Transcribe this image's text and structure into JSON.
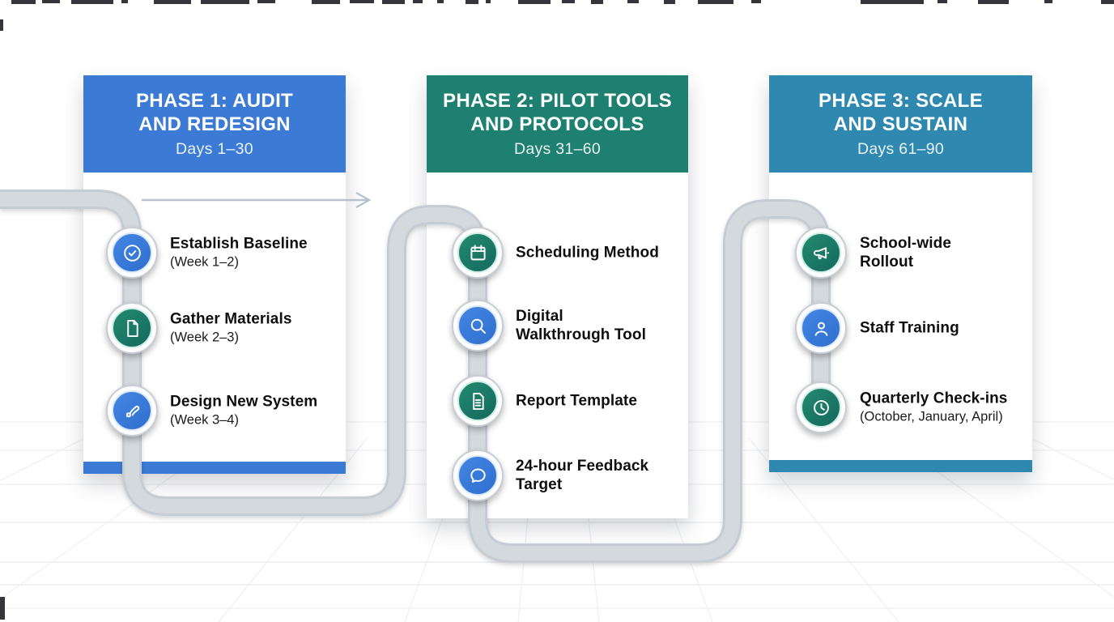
{
  "colors": {
    "phase1_header": "#3b7bd5",
    "phase2_header": "#1e8070",
    "phase3_header": "#2f88b0",
    "phase1_footer_stripe": "#3b7bd5",
    "phase3_footer_stripe": "#2f88b0",
    "road_outer": "#c6ccd3",
    "road_inner": "#d4d9de",
    "arrow": "#b6c2cd",
    "icon_circle_blue": "#3a79d9",
    "icon_circle_green": "#1e7d6b",
    "node_ring": "#ffffff",
    "header_text": "#ffffff",
    "item_text": "#0f0f10"
  },
  "phases": [
    {
      "header": {
        "title": "PHASE 1: AUDIT\nAND REDESIGN",
        "days": "Days 1–30"
      },
      "items": [
        {
          "title": "Establish Baseline",
          "subtitle": "(Week 1–2)",
          "icon": "check-circle",
          "circle_color": "blue"
        },
        {
          "title": "Gather Materials",
          "subtitle": "(Week 2–3)",
          "icon": "document",
          "circle_color": "green"
        },
        {
          "title": "Design New System",
          "subtitle": "(Week 3–4)",
          "icon": "pen",
          "circle_color": "blue"
        }
      ]
    },
    {
      "header": {
        "title": "PHASE 2: PILOT TOOLS\nAND PROTOCOLS",
        "days": "Days 31–60"
      },
      "items": [
        {
          "title": "Scheduling Method",
          "subtitle": "",
          "icon": "calendar",
          "circle_color": "green"
        },
        {
          "title": "Digital\nWalkthrough Tool",
          "subtitle": "",
          "icon": "search",
          "circle_color": "blue"
        },
        {
          "title": "Report Template",
          "subtitle": "",
          "icon": "report-document",
          "circle_color": "green"
        },
        {
          "title": "24-hour Feedback\nTarget",
          "subtitle": "",
          "icon": "chat-bubble",
          "circle_color": "blue"
        }
      ]
    },
    {
      "header": {
        "title": "PHASE 3: SCALE\nAND SUSTAIN",
        "days": "Days 61–90"
      },
      "items": [
        {
          "title": "School-wide\nRollout",
          "subtitle": "",
          "icon": "megaphone",
          "circle_color": "green"
        },
        {
          "title": "Staff Training",
          "subtitle": "",
          "icon": "person",
          "circle_color": "blue"
        },
        {
          "title": "Quarterly Check-ins",
          "subtitle": "(October, January, April)",
          "icon": "clock",
          "circle_color": "green"
        }
      ]
    }
  ]
}
